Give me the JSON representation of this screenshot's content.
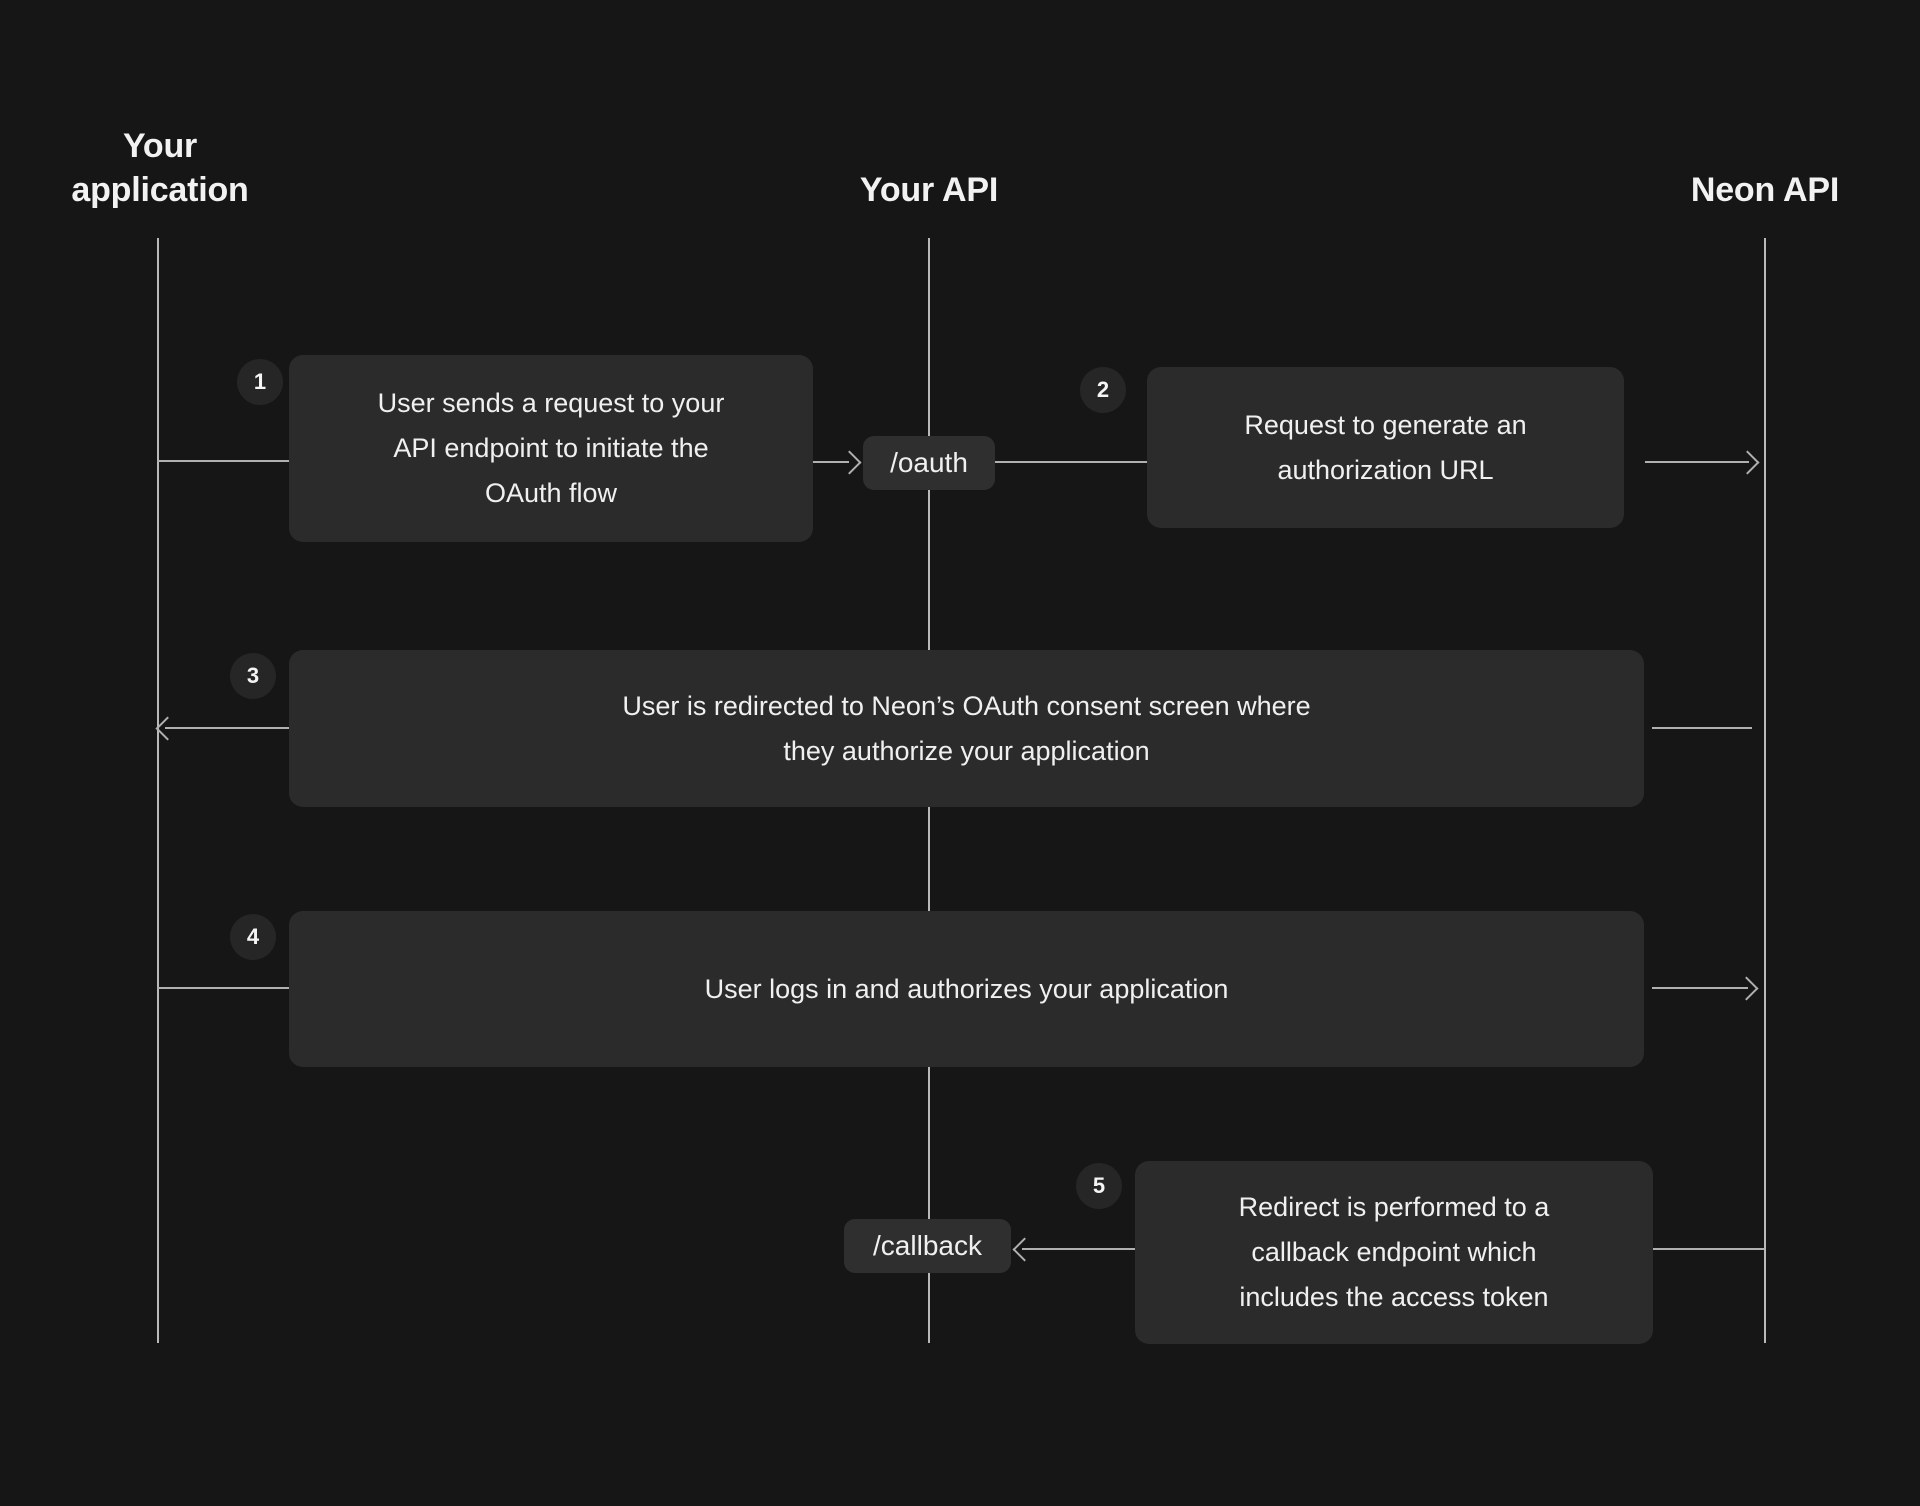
{
  "diagram": {
    "title": "Neon OAuth flow sequence diagram",
    "background_color": "#161616",
    "box_color": "#2b2b2b",
    "badge_color": "#262626",
    "pill_color": "#2f2f2f",
    "line_color": "#b0b0b0",
    "text_color": "#f0f0f0"
  },
  "actors": [
    {
      "id": "your-application",
      "label": "Your\napplication"
    },
    {
      "id": "your-api",
      "label": "Your API"
    },
    {
      "id": "neon-api",
      "label": "Neon API"
    }
  ],
  "steps": [
    {
      "number": "1",
      "text": "User sends a request to your\nAPI endpoint to initiate the\nOAuth flow",
      "from": "your-application",
      "to": "your-api"
    },
    {
      "number": "2",
      "text": "Request to generate an\nauthorization URL",
      "from": "your-api",
      "to": "neon-api"
    },
    {
      "number": "3",
      "text": "User is redirected to Neon’s OAuth consent screen where\nthey authorize your application",
      "from": "neon-api",
      "to": "your-application"
    },
    {
      "number": "4",
      "text": "User logs in and authorizes your application",
      "from": "your-application",
      "to": "neon-api"
    },
    {
      "number": "5",
      "text": "Redirect is performed to a\ncallback endpoint which\nincludes the access token",
      "from": "neon-api",
      "to": "your-api"
    }
  ],
  "endpoints": [
    {
      "id": "oauth-endpoint",
      "label": "/oauth"
    },
    {
      "id": "callback-endpoint",
      "label": "/callback"
    }
  ]
}
